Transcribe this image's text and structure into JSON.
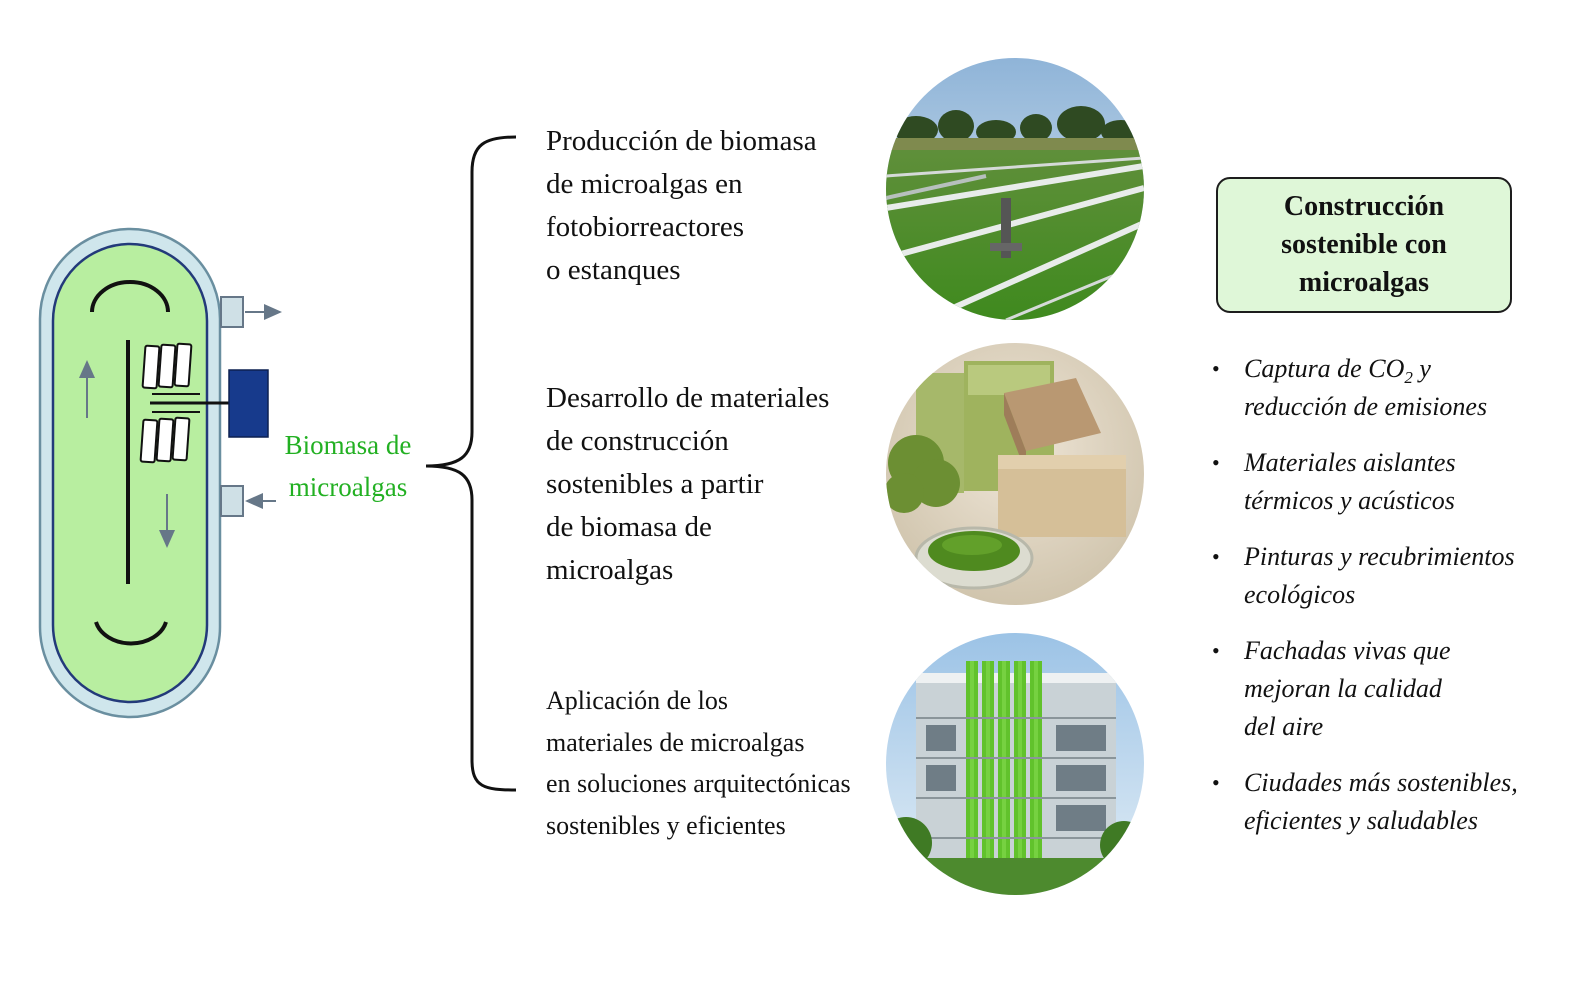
{
  "reactor": {
    "label": [
      "Biomasa de",
      "microalgas"
    ],
    "label_color": "#22b022",
    "liquid_color": "#b8eea0",
    "shell_color": "#cfe6ec",
    "controller_color": "#173a8c"
  },
  "stages": [
    {
      "lines": [
        "Producción de biomasa",
        "de microalgas en",
        "fotobiorreactores",
        "o estanques"
      ],
      "image": "raceway-ponds-photo"
    },
    {
      "lines": [
        "Desarrollo de materiales",
        "de construcción",
        "sostenibles a partir",
        "de biomasa de",
        "microalgas"
      ],
      "image": "microalgae-bricks-photo"
    },
    {
      "lines": [
        "Aplicación de los",
        "materiales de microalgas",
        "en soluciones arquitectónicas",
        "sostenibles y eficientes"
      ],
      "image": "green-facade-building-photo"
    }
  ],
  "summary_box": {
    "lines": [
      "Construcción",
      "sostenible con",
      "microalgas"
    ],
    "fill_color": "#dff7d8"
  },
  "benefits": [
    {
      "pre": "Captura de CO",
      "sub": "2",
      "post": " y",
      "line2": "reducción de emisiones"
    },
    {
      "lines": [
        "Materiales aislantes",
        "térmicos y acústicos"
      ]
    },
    {
      "lines": [
        "Pinturas y recubrimientos",
        "ecológicos"
      ]
    },
    {
      "lines": [
        "Fachadas vivas que",
        "mejoran la calidad",
        "del aire"
      ]
    },
    {
      "lines": [
        "Ciudades más sostenibles,",
        "eficientes y saludables"
      ]
    }
  ]
}
